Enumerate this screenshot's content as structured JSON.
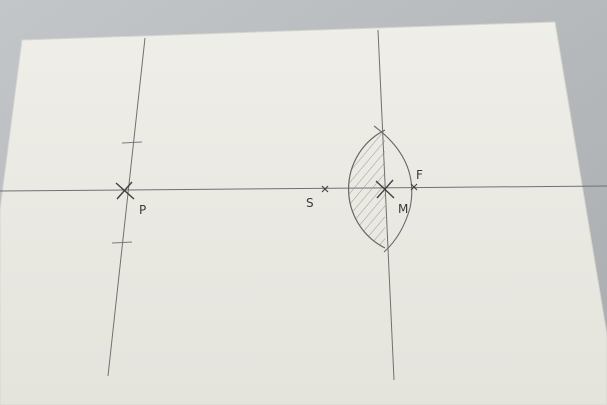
{
  "colors": {
    "background": "#b8bcbf",
    "paper": "#ecebe4",
    "pencil": "#6e6e6e",
    "pencil_dark": "#3f3f3f",
    "hatch": "#8d8d8d"
  },
  "labels": {
    "p": "P",
    "s": "S",
    "m": "M",
    "f": "F"
  }
}
